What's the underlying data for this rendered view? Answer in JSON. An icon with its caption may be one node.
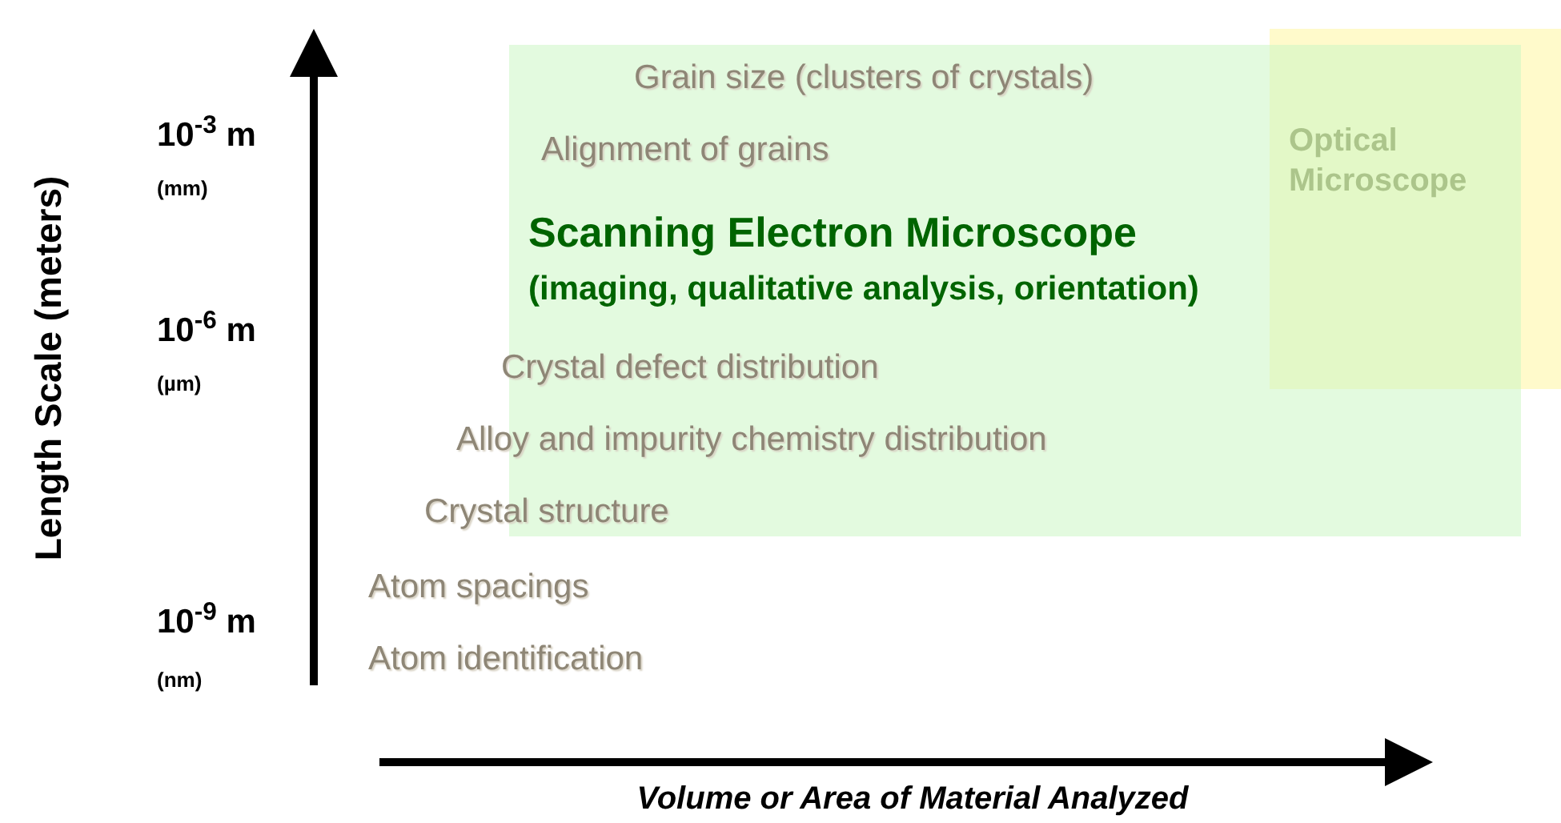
{
  "diagram": {
    "nodes": [
      {
        "text": [
          "Scanning Electron Microscope",
          "(imaging, qualitative analysis, orientation)"
        ]
      },
      {
        "text": [
          "Optical Microscope"
        ]
      }
    ],
    "edges": [],
    "labels": [
      "Length Scale (meters)",
      "10$^{-3}$ m",
      "(mm)",
      "Grain size (clusters of crystals)",
      "Alignment of grains",
      "10$^{-6}$ m",
      "(µm)",
      "Crystal defect distribution",
      "Alloy and impurity chemistry distribution",
      "Crystal structure",
      "Atom spacings",
      "10$^{-9}$ m",
      "Atom identification",
      "(nm)",
      "Volume or Area of Material Analyzed"
    ]
  }
}
